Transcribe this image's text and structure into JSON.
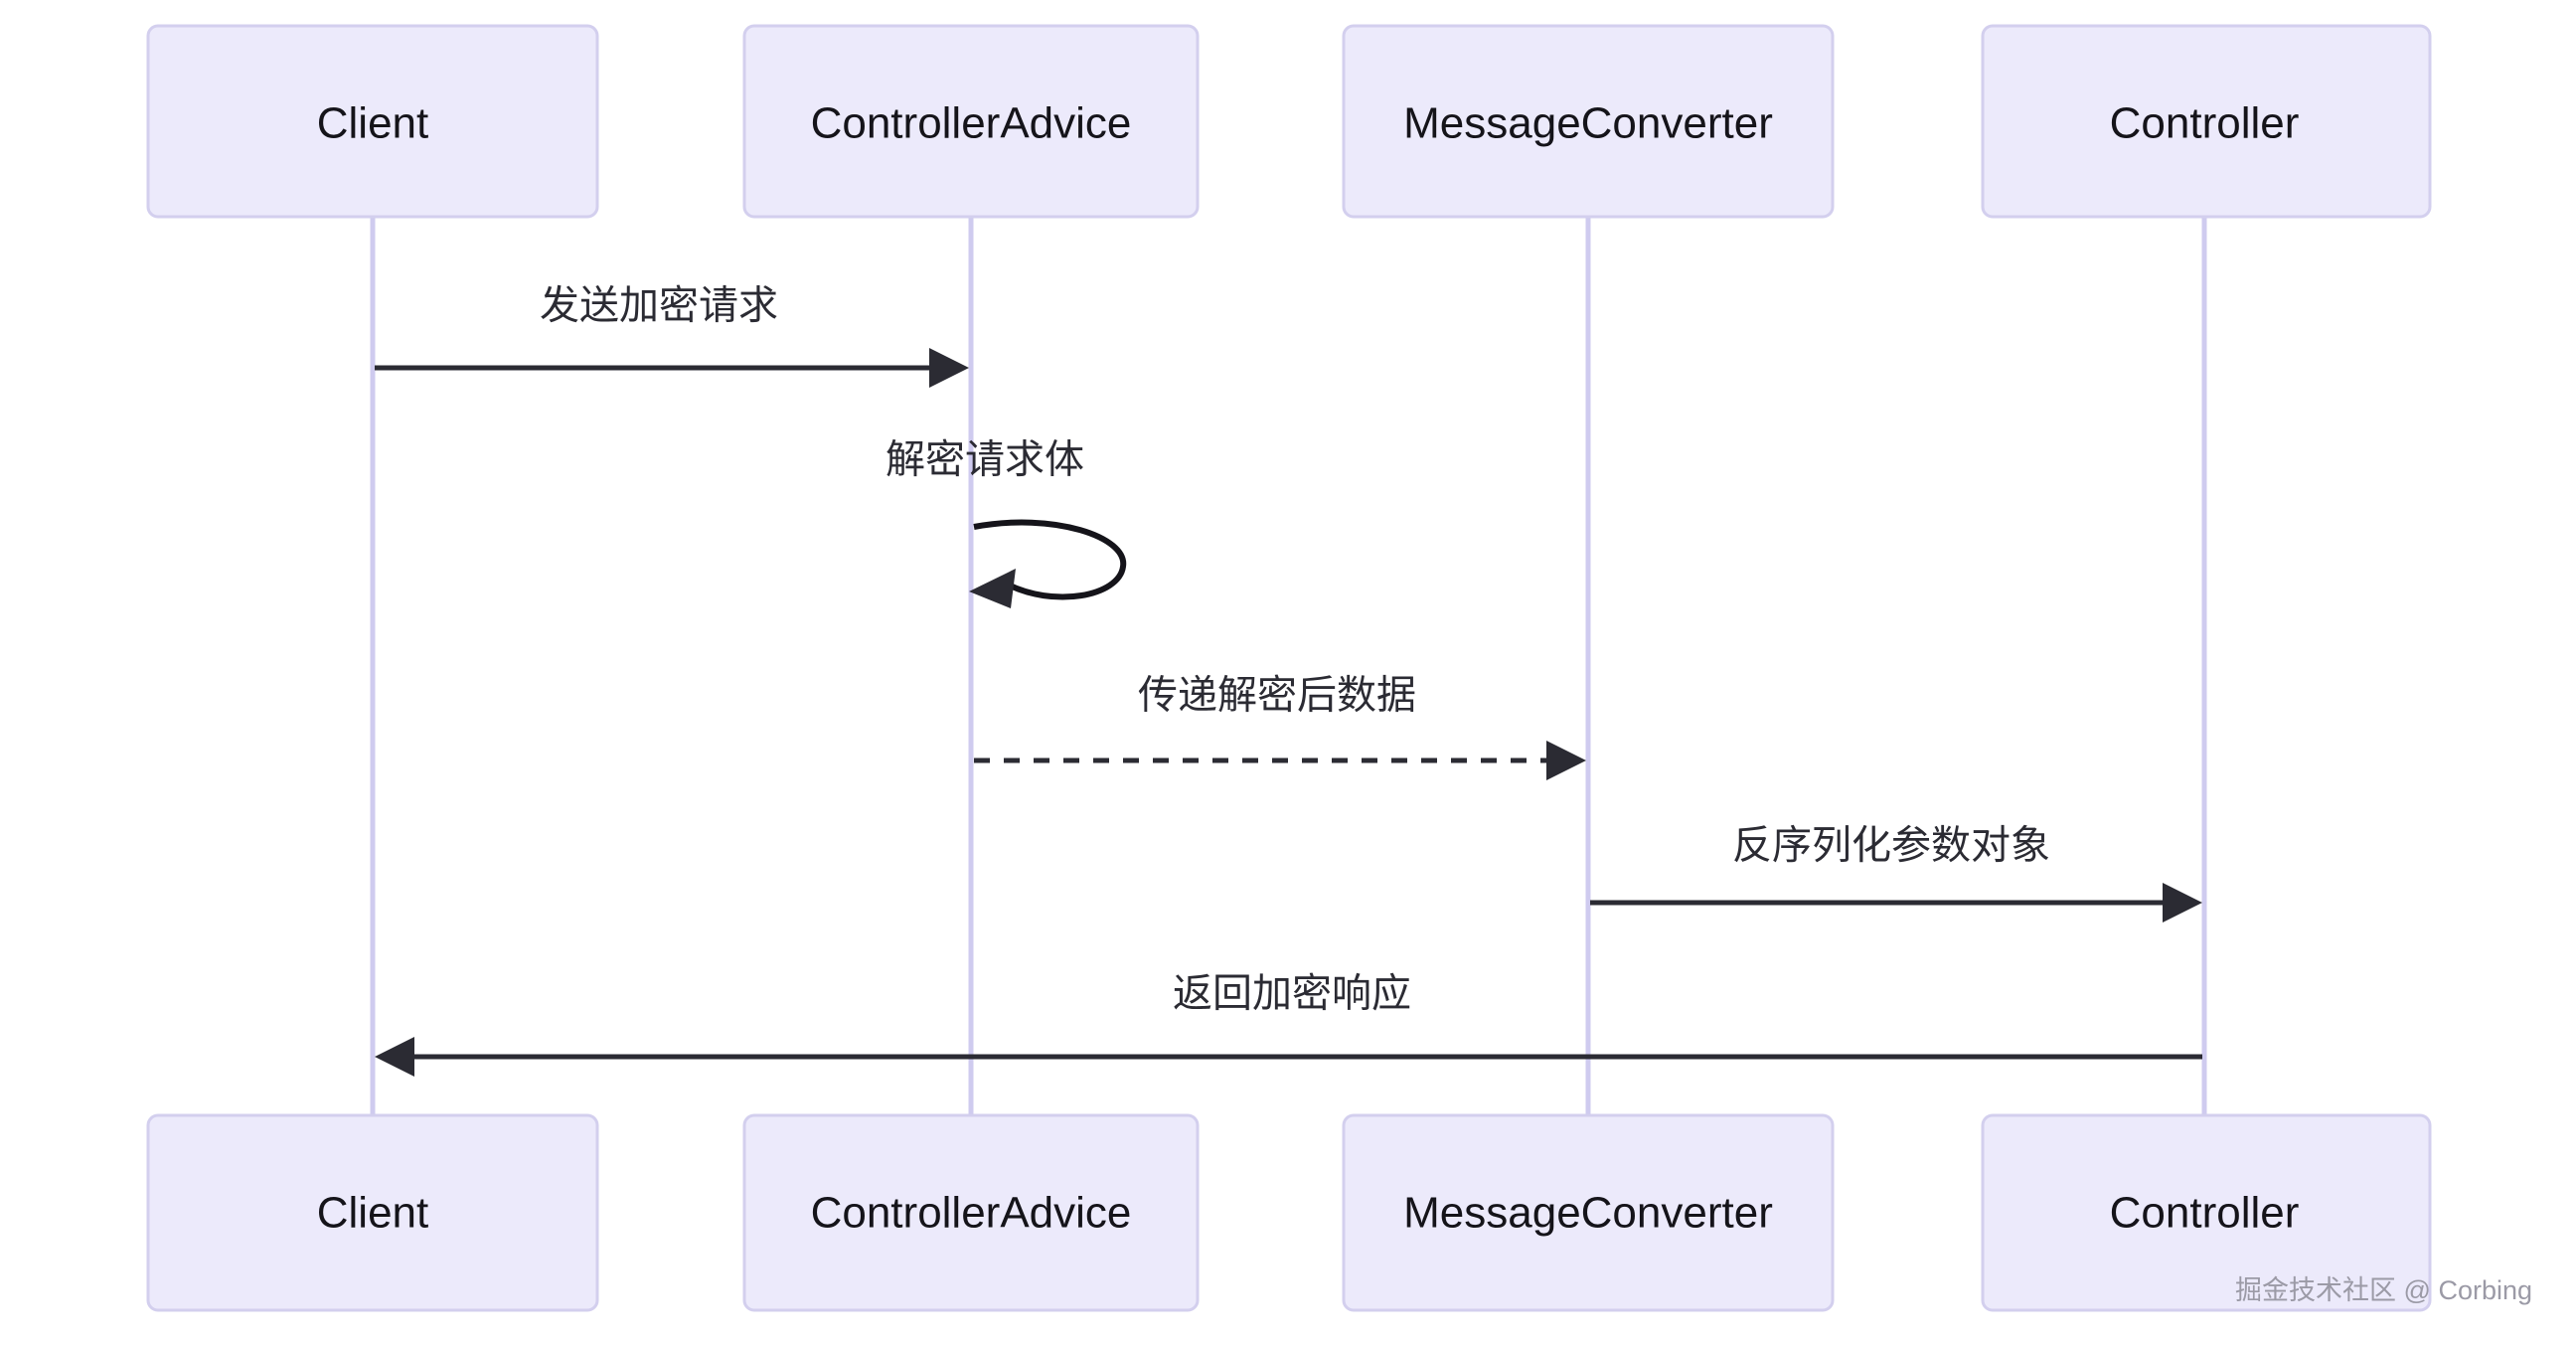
{
  "diagram": {
    "type": "sequence-diagram",
    "title": "",
    "background_color": "#ffffff",
    "box_fill_color": "#ECEAFB",
    "box_border_color": "#D3CFEE",
    "lifeline_color": "#CFCBEF",
    "arrow_color": "#2b2b33",
    "label_color": "#2b2b33",
    "participants": [
      {
        "id": "client",
        "label": "Client"
      },
      {
        "id": "controller-advice",
        "label": "ControllerAdvice"
      },
      {
        "id": "message-converter",
        "label": "MessageConverter"
      },
      {
        "id": "controller",
        "label": "Controller"
      }
    ],
    "messages": [
      {
        "id": "msg-1",
        "label": "发送加密请求",
        "from": "client",
        "to": "controller-advice",
        "style": "solid",
        "direction": "right",
        "kind": "call"
      },
      {
        "id": "msg-2",
        "label": "解密请求体",
        "from": "controller-advice",
        "to": "controller-advice",
        "style": "solid",
        "direction": "self",
        "kind": "self-loop"
      },
      {
        "id": "msg-3",
        "label": "传递解密后数据",
        "from": "controller-advice",
        "to": "message-converter",
        "style": "dashed",
        "direction": "right",
        "kind": "return"
      },
      {
        "id": "msg-4",
        "label": "反序列化参数对象",
        "from": "message-converter",
        "to": "controller",
        "style": "solid",
        "direction": "right",
        "kind": "call"
      },
      {
        "id": "msg-5",
        "label": "返回加密响应",
        "from": "controller",
        "to": "client",
        "style": "solid",
        "direction": "left",
        "kind": "return"
      }
    ],
    "watermark": "掘金技术社区 @ Corbing"
  }
}
